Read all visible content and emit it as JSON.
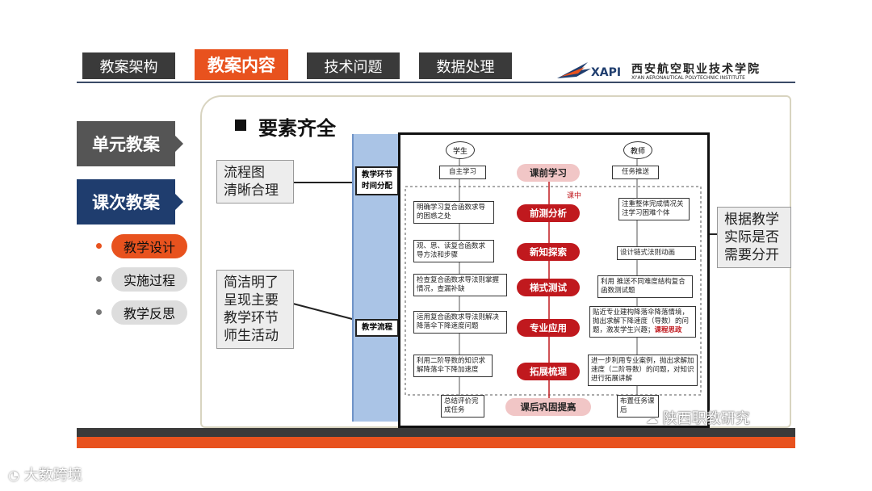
{
  "tabs": [
    "教案架构",
    "教案内容",
    "技术问题",
    "数据处理"
  ],
  "logo": {
    "brand": "XAPI",
    "cn": "西安航空职业技术学院",
    "en": "XI'AN AERONAUTICAL POLYTECHNIC INSTITUTE"
  },
  "sidebar": {
    "unit_plan": "单元教案",
    "lesson_plan": "课次教案",
    "items": [
      "教学设计",
      "实施过程",
      "教学反思"
    ]
  },
  "section_title": "要素齐全",
  "callouts": {
    "left_top": [
      "流程图",
      "清晰合理"
    ],
    "left_bottom": [
      "简洁明了",
      "呈现主要",
      "教学环节",
      "师生活动"
    ],
    "right": [
      "根据教学",
      "实际是否",
      "需要分开"
    ]
  },
  "phase_labels": {
    "time": [
      "教学环节",
      "时间分配"
    ],
    "flow": "教学流程"
  },
  "flowchart": {
    "student": "学生",
    "teacher": "教师",
    "in_class": "课中",
    "stages": [
      "课前学习",
      "前测分析",
      "新知探索",
      "梯式测试",
      "专业应用",
      "拓展梳理",
      "课后巩固提高"
    ],
    "student_boxes": [
      "自主学习",
      "明确学习复合函数求导的困惑之处",
      "观、思、读复合函数求导方法和步骤",
      "检查复合函数求导法则掌握情况，查漏补缺",
      "运用复合函数求导法则解决降落伞下降速度问题",
      "利用二阶导数的知识求解降落伞下降加速度",
      "总结评价完成任务"
    ],
    "teacher_boxes": [
      "任务推送",
      "注重整体完成情况关注学习困难个体",
      "设计链式法则动画",
      "利用 推送不同难度结构复合函数测试题",
      "贴近专业建构降落伞降落情境，抛出求解下降速度（导数）的问题，激发学生兴趣；",
      "进一步利用专业案例，抛出求解加速度（二阶导数）的问题，对知识进行拓展讲解",
      "布置任务课后"
    ],
    "teacher_highlight": "课程思政"
  },
  "watermarks": {
    "wechat": "陕西职教研究",
    "bottom": "大数跨境"
  },
  "colors": {
    "accent": "#e8521e",
    "dark": "#3a3a3a",
    "navy": "#1f3d6e",
    "stage_red": "#c0191e"
  }
}
